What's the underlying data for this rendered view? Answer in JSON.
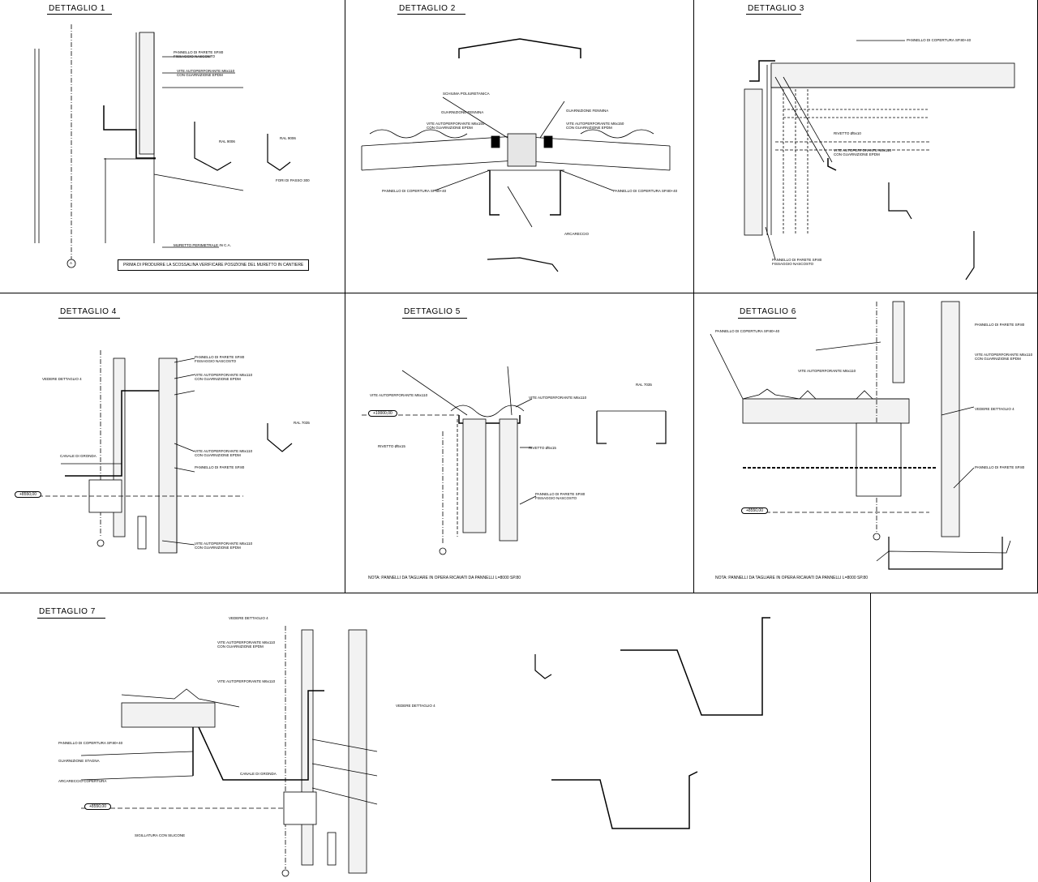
{
  "sheet": {
    "details": [
      {
        "id": "d1",
        "title": "DETTAGLIO   1"
      },
      {
        "id": "d2",
        "title": "DETTAGLIO   2"
      },
      {
        "id": "d3",
        "title": "DETTAGLIO   3"
      },
      {
        "id": "d4",
        "title": "DETTAGLIO   4"
      },
      {
        "id": "d5",
        "title": "DETTAGLIO   5"
      },
      {
        "id": "d6",
        "title": "DETTAGLIO   6"
      },
      {
        "id": "d7",
        "title": "DETTAGLIO   7"
      }
    ]
  },
  "d1": {
    "panel": "PANNELLO DI PARETE SP.80",
    "fixing": "FISSAGGIO NASCOSTO",
    "screw": "VITE AUTOPERFORANTE M6x110",
    "gasket": "CON GUARNIZIONE EPDM",
    "wall": "MURETTO PERIMETRALE IN C.A.",
    "ral": "RAL 9006",
    "holes": "FORI DI PASSO 300",
    "grid": "A",
    "note": "PRIMA DI PRODURRE LA SCOSSALINA VERIFICARE POSIZIONE DEL MURETTO IN CANTIERE"
  },
  "d2": {
    "foam": "SCHIUMA POLIURETANICA",
    "gasket_l": "GUARNIZIONE FENNINA",
    "gasket_r": "GUARNIZIONE FENNINA",
    "screw_l": "VITE AUTOPERFORANTE M6x150",
    "screw_r": "VITE AUTOPERFORANTE M6x150",
    "epdm_l": "CON GUARNIZIONE EPDM",
    "epdm_r": "CON GUARNIZIONE EPDM",
    "panel_l": "PANNELLO DI COPERTURA SP.80+40",
    "panel_r": "PANNELLO DI COPERTURA SP.80+40",
    "purlin": "ARCARECCIO"
  },
  "d3": {
    "panel": "PANNELLO DI PARETE SP.80",
    "fixing": "FISSAGGIO NASCOSTO",
    "roof": "PANNELLO DI COPERTURA SP.80+40",
    "rivet": "RIVETTO Ø5x10",
    "screw": "VITE AUTOPERFORANTE M6x110",
    "gasket": "CON GUARNIZIONE EPDM"
  },
  "d4": {
    "see": "VEDERE DETTAGLIO 4",
    "panel": "PANNELLO DI PARETE SP.80",
    "fixing": "FISSAGGIO NASCOSTO",
    "screw": "VITE AUTOPERFORANTE M6x110",
    "gasket": "CON GUARNIZIONE EPDM",
    "gutter": "CANALE DI GRONDA",
    "ral": "RAL 7035",
    "elev": "+8550,00",
    "grid": "A"
  },
  "d5": {
    "screw": "VITE AUTOPERFORANTE M6x110",
    "rivet": "RIVETTO Ø5x15",
    "panel": "PANNELLO DI PARETE SP.80",
    "fixing": "FISSAGGIO NASCOSTO",
    "ral": "RAL 7035",
    "elev": "+10000,00",
    "grid": "A",
    "note": "NOTA: PANNELLI DA TAGLIARE IN OPERA RICAVATI DA PANNELLI L=8000 SP.80"
  },
  "d6": {
    "roof": "PANNELLO DI COPERTURA SP.80+40",
    "screw": "VITE AUTOPERFORANTE M6x110",
    "gasket": "CON GUARNIZIONE EPDM",
    "see": "VEDERE DETTAGLIO 4",
    "panel": "PANNELLO DI PARETE SP.80",
    "elev": "+8550,00",
    "note": "NOTA: PANNELLI DA TAGLIARE IN OPERA RICAVATI DA PANNELLI L=8000 SP.80"
  },
  "d7": {
    "see": "VEDERE DETTAGLIO 4",
    "screw": "VITE AUTOPERFORANTE M6x110",
    "gasket": "CON GUARNIZIONE EPDM",
    "roof": "PANNELLO DI COPERTURA SP.80+40",
    "gasket2": "GUARNIZIONE STAGNA",
    "purlin": "ARCARECCIO COPERTURA",
    "gutter": "CANALE DI GRONDA",
    "sealant": "SIGILLATURA CON SILICONE",
    "elev": "+8550,00",
    "grid": "A"
  }
}
